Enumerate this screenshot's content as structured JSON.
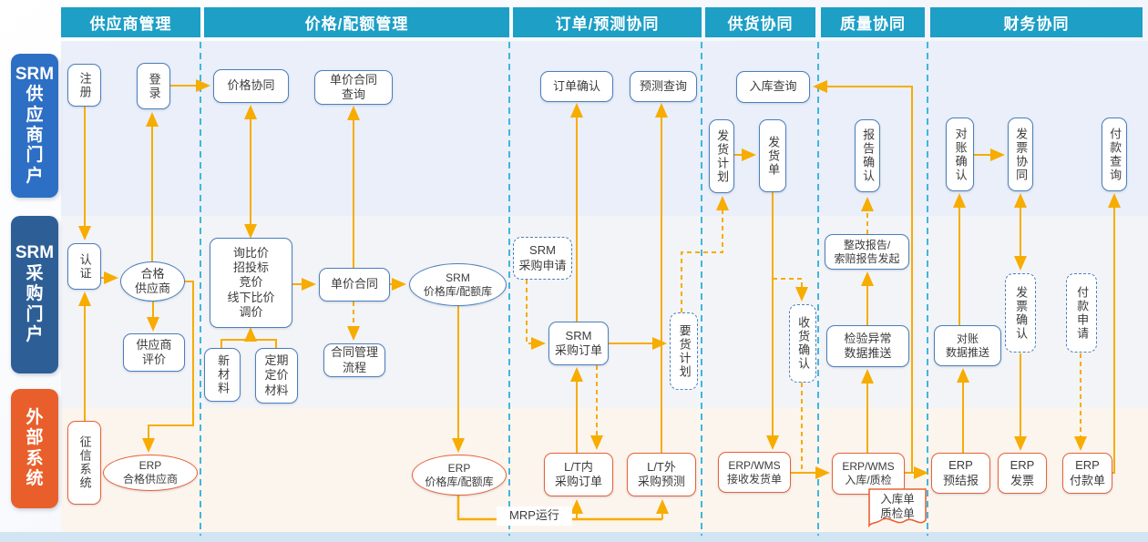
{
  "headers": [
    {
      "label": "供应商管理"
    },
    {
      "label": "价格/配额管理"
    },
    {
      "label": "订单/预测协同"
    },
    {
      "label": "供货协同"
    },
    {
      "label": "质量协同"
    },
    {
      "label": "财务协同"
    }
  ],
  "rows": [
    {
      "label": "SRM\n供\n应\n商\n门\n户"
    },
    {
      "label": "SRM\n采\n购\n门\n户"
    },
    {
      "label": "外\n部\n系\n统"
    }
  ],
  "nodes": {
    "register": {
      "label": "注册"
    },
    "login": {
      "label": "登录"
    },
    "auth": {
      "label": "认证"
    },
    "qualified_supplier": {
      "label": "合格\n供应商"
    },
    "supplier_eval": {
      "label": "供应商\n评价"
    },
    "credit_system": {
      "label": "征信系统"
    },
    "erp_qualified_supplier": {
      "label": "ERP\n合格供应商"
    },
    "price_collab": {
      "label": "价格协同"
    },
    "unit_contract_query": {
      "label": "单价合同\n查询"
    },
    "sourcing": {
      "label": "询比价\n招投标\n竞价\n线下比价\n调价"
    },
    "new_material": {
      "label": "新材料"
    },
    "periodic_material": {
      "label": "定期\n定价\n材料"
    },
    "unit_contract": {
      "label": "单价合同"
    },
    "contract_flow": {
      "label": "合同管理\n流程"
    },
    "srm_price_lib": {
      "label": "SRM\n价格库/配额库"
    },
    "erp_price_lib": {
      "label": "ERP\n价格库/配额库"
    },
    "mrp_run": {
      "label": "MRP运行"
    },
    "order_confirm": {
      "label": "订单确认"
    },
    "forecast_query": {
      "label": "预测查询"
    },
    "srm_pr": {
      "label": "SRM\n采购申请"
    },
    "srm_po": {
      "label": "SRM\n采购订单"
    },
    "lt_in_po": {
      "label": "L/T内\n采购订单"
    },
    "lt_out_forecast": {
      "label": "L/T外\n采购预测"
    },
    "demand_plan": {
      "label": "要货计划"
    },
    "inbound_query": {
      "label": "入库查询"
    },
    "ship_plan": {
      "label": "发货计划"
    },
    "ship_note": {
      "label": "发货单"
    },
    "receipt_confirm": {
      "label": "收货确认"
    },
    "erp_wms_receive": {
      "label": "ERP/WMS\n接收发货单"
    },
    "report_confirm": {
      "label": "报告确认"
    },
    "rectify_report": {
      "label": "整改报告/\n索赔报告发起"
    },
    "inspect_anomaly_push": {
      "label": "检验异常\n数据推送"
    },
    "erp_wms_inbound": {
      "label": "ERP/WMS\n入库/质检"
    },
    "inbound_qc_doc": {
      "label": "入库单\n质检单"
    },
    "recon_confirm": {
      "label": "对账确认"
    },
    "invoice_collab": {
      "label": "发票协同"
    },
    "payment_query": {
      "label": "付款查询"
    },
    "recon_data_push": {
      "label": "对账\n数据推送"
    },
    "invoice_confirm": {
      "label": "发票确认"
    },
    "payment_request": {
      "label": "付款申请"
    },
    "erp_presettlement": {
      "label": "ERP\n预结报"
    },
    "erp_invoice": {
      "label": "ERP\n发票"
    },
    "erp_payment": {
      "label": "ERP\n付款单"
    }
  },
  "colors": {
    "header_teal": "#1d9fc6",
    "row1_blue": "#2d6fc4",
    "row2_blue": "#2d5f96",
    "row3_orange": "#e95f2b",
    "node_border_blue": "#4b7fbd",
    "node_border_orange": "#e96235",
    "arrow_yellow": "#f7ac00",
    "lane_divider_cyan": "#3eb7dd",
    "band1_bg": "#eaeff9",
    "band2_bg": "#f3f4f7",
    "band3_bg": "#fcf5ee"
  }
}
